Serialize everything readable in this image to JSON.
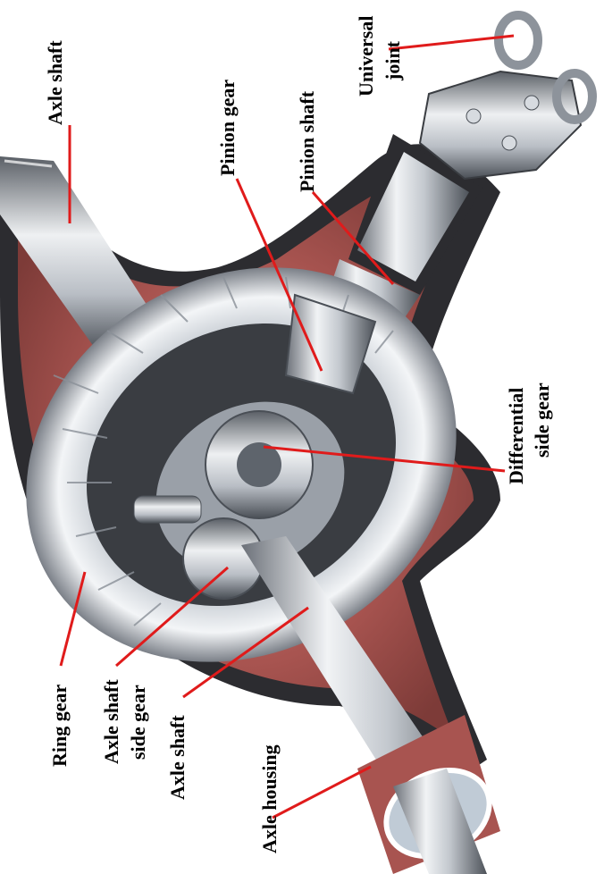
{
  "diagram": {
    "labels": {
      "axle_shaft_top": "Axle shaft",
      "pinion_gear": "Pinion gear",
      "pinion_shaft": "Pinion shaft",
      "universal_joint_line1": "Universal",
      "universal_joint_line2": "joint",
      "differential_side_gear_line1": "Differential",
      "differential_side_gear_line2": "side gear",
      "ring_gear": "Ring gear",
      "axle_shaft_side_gear_line1": "Axle shaft",
      "axle_shaft_side_gear_line2": "side gear",
      "axle_shaft_bottom": "Axle shaft",
      "axle_housing": "Axle housing"
    },
    "colors": {
      "leader": "#e01b1b",
      "housing_red": "#a85450",
      "housing_dark": "#2c2c30",
      "metal_light": "#e9ecef",
      "metal_mid": "#b8bec6",
      "metal_dark": "#5e646c"
    }
  }
}
